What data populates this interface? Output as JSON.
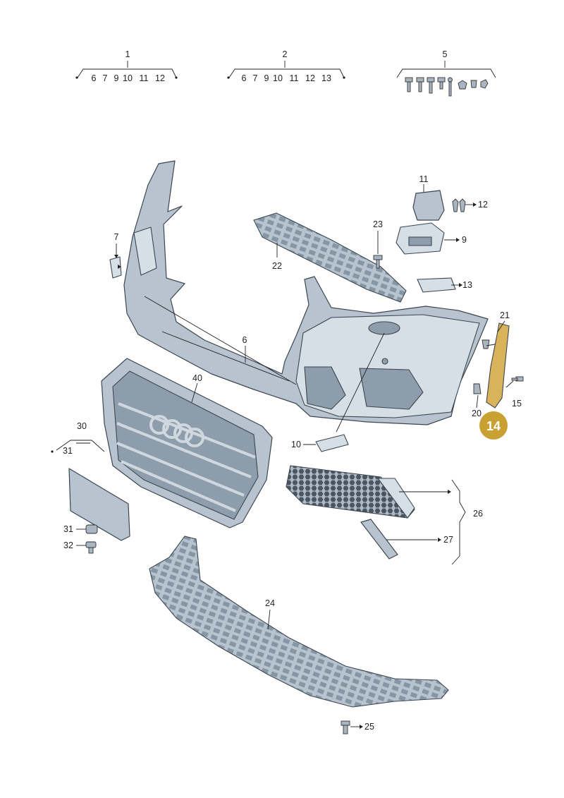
{
  "callouts": {
    "c1": "1",
    "c2": "2",
    "c5": "5",
    "c6": "6",
    "c7": "7",
    "c9": "9",
    "c10": "10",
    "c11": "11",
    "c12": "12",
    "c13": "13",
    "c14": "14",
    "c15": "15",
    "c20": "20",
    "c21": "21",
    "c22": "22",
    "c23": "23",
    "c24": "24",
    "c25": "25",
    "c26": "26",
    "c27": "27",
    "c30": "30",
    "c31": "31",
    "c32": "32",
    "c40": "40"
  },
  "group1": [
    "6",
    "7",
    "9",
    "10",
    "11",
    "12"
  ],
  "group2": [
    "6",
    "7",
    "9",
    "10",
    "11",
    "12",
    "13"
  ],
  "colors": {
    "highlight": "#c9a032",
    "part_fill": "#b7c4d0",
    "outline": "#3c4650"
  }
}
